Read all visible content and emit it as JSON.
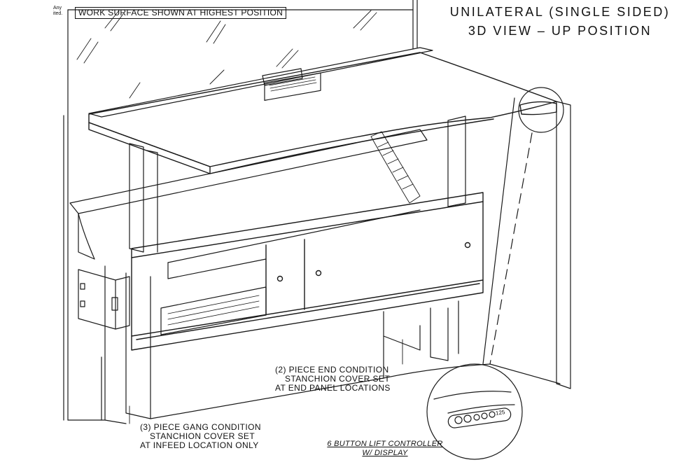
{
  "title_block": {
    "line1": "UNILATERAL (SINGLE SIDED)",
    "line2": "3D VIEW – UP POSITION"
  },
  "boxed_note": "WORK SURFACE SHOWN AT HIGHEST POSITION",
  "corner_fragment": {
    "line1": "Any",
    "line2": "ited."
  },
  "callouts": {
    "end_condition": {
      "line1": "(2) PIECE END CONDITION",
      "line2": "STANCHION COVER SET",
      "line3": "AT END PANEL LOCATIONS"
    },
    "gang_condition": {
      "line1": "(3) PIECE GANG CONDITION",
      "line2": "STANCHION COVER SET",
      "line3": "AT INFEED LOCATION ONLY"
    },
    "controller": {
      "line1": "6 BUTTON LIFT CONTROLLER",
      "line2": "W/ DISPLAY"
    }
  },
  "controller_display": "125",
  "colors": {
    "line": "#1a1a1a",
    "background": "#ffffff"
  }
}
